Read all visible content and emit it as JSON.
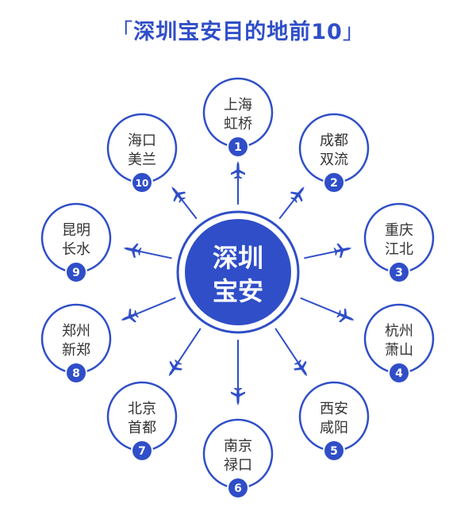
{
  "title": {
    "open_bracket": "「",
    "text": "深圳宝安目的地前10",
    "close_bracket": "」"
  },
  "center": {
    "line1": "深圳",
    "line2": "宝安"
  },
  "destinations": [
    {
      "rank": "1",
      "line1": "上海",
      "line2": "虹桥"
    },
    {
      "rank": "2",
      "line1": "成都",
      "line2": "双流"
    },
    {
      "rank": "3",
      "line1": "重庆",
      "line2": "江北"
    },
    {
      "rank": "4",
      "line1": "杭州",
      "line2": "萧山"
    },
    {
      "rank": "5",
      "line1": "西安",
      "line2": "咸阳"
    },
    {
      "rank": "6",
      "line1": "南京",
      "line2": "禄口"
    },
    {
      "rank": "7",
      "line1": "北京",
      "line2": "首都"
    },
    {
      "rank": "8",
      "line1": "郑州",
      "line2": "新郑"
    },
    {
      "rank": "9",
      "line1": "昆明",
      "line2": "长水"
    },
    {
      "rank": "10",
      "line1": "海口",
      "line2": "美兰"
    }
  ],
  "colors": {
    "primary": "#2f4ec8",
    "ring": "#2f4ec8",
    "text": "#333333",
    "background": "#ffffff"
  },
  "icons": {
    "route_marker": "airplane-icon"
  }
}
